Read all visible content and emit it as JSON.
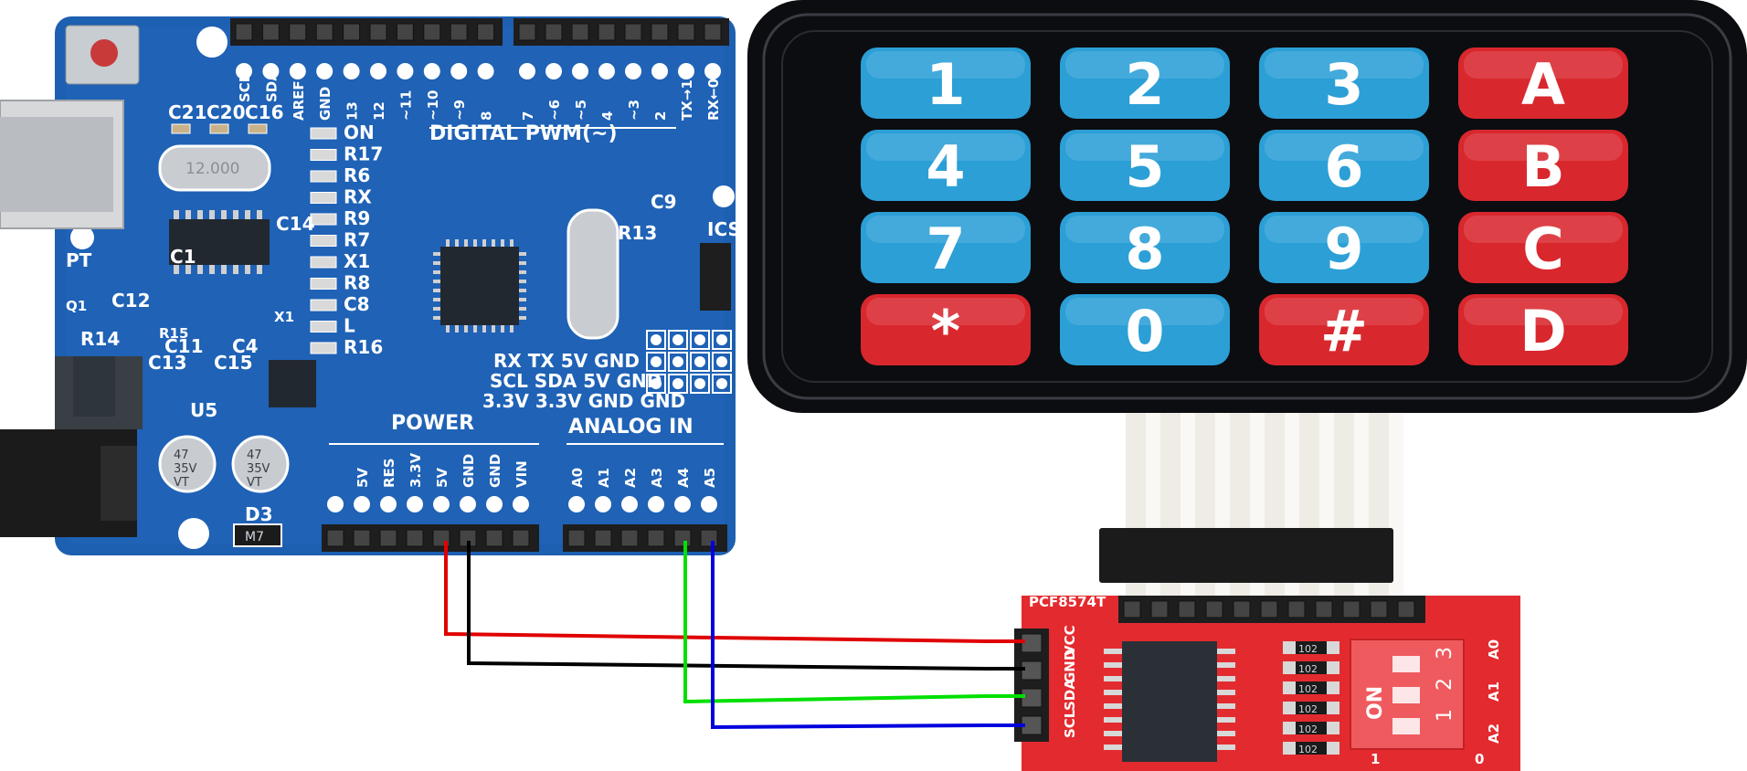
{
  "arduino": {
    "top_header_labels": [
      "SCL",
      "SDA",
      "AREF",
      "GND",
      "13",
      "12",
      "~11",
      "~10",
      "~9",
      "8",
      "7",
      "~6",
      "~5",
      "4",
      "~3",
      "2",
      "TX→1",
      "RX←0"
    ],
    "digital_label": "DIGITAL PWM(~)",
    "led_labels": [
      "ON",
      "R17",
      "R6",
      "RX",
      "R9",
      "R7",
      "X1",
      "R8",
      "C8",
      "L",
      "R16"
    ],
    "cap_labels": [
      "C21",
      "C20",
      "C16"
    ],
    "crystal_text": "12.000",
    "component_labels": [
      "C1",
      "C14",
      "PT",
      "C12",
      "R14",
      "Q1",
      "R15",
      "X1",
      "C11",
      "C4",
      "C13",
      "C15",
      "U5",
      "R13",
      "C9",
      "D3",
      "ICSP"
    ],
    "electrolytic_text": [
      "47",
      "35V",
      "VT"
    ],
    "diode_text": "M7",
    "serial_rows": [
      "RX  TX  5V  GND",
      "SCL SDA  5V  GND",
      "3.3V 3.3V GND GND"
    ],
    "power_label": "POWER",
    "analog_label": "ANALOG IN",
    "power_pins": [
      "5V",
      "RES",
      "3.3V",
      "5V",
      "GND",
      "GND",
      "VIN"
    ],
    "analog_pins": [
      "A0",
      "A1",
      "A2",
      "A3",
      "A4",
      "A5"
    ]
  },
  "keypad": {
    "rows": [
      [
        {
          "label": "1",
          "color": "blue"
        },
        {
          "label": "2",
          "color": "blue"
        },
        {
          "label": "3",
          "color": "blue"
        },
        {
          "label": "A",
          "color": "red"
        }
      ],
      [
        {
          "label": "4",
          "color": "blue"
        },
        {
          "label": "5",
          "color": "blue"
        },
        {
          "label": "6",
          "color": "blue"
        },
        {
          "label": "B",
          "color": "red"
        }
      ],
      [
        {
          "label": "7",
          "color": "blue"
        },
        {
          "label": "8",
          "color": "blue"
        },
        {
          "label": "9",
          "color": "blue"
        },
        {
          "label": "C",
          "color": "red"
        }
      ],
      [
        {
          "label": "*",
          "color": "red"
        },
        {
          "label": "0",
          "color": "blue"
        },
        {
          "label": "#",
          "color": "red"
        },
        {
          "label": "D",
          "color": "red"
        }
      ]
    ],
    "colors": {
      "blue": "#2b9fd6",
      "red": "#d9272e",
      "frame": "#0c0d10"
    }
  },
  "module": {
    "title": "PCF8574T",
    "pin_labels": [
      "SCL",
      "SDA",
      "GND",
      "VCC"
    ],
    "resistor_labels": [
      "102",
      "102",
      "102",
      "102",
      "102",
      "102"
    ],
    "switch_on": "ON",
    "switch_numbers": [
      "1",
      "2",
      "3"
    ],
    "address_labels": [
      "A0",
      "A1",
      "A2"
    ],
    "bottom_labels": [
      "1",
      "0"
    ]
  },
  "wires": {
    "colors": {
      "vcc": "#e00000",
      "gnd": "#000000",
      "sda": "#00e000",
      "scl": "#0000dd"
    }
  },
  "colors": {
    "arduino_board": "#1d5fb0",
    "module_board": "#e32b2f",
    "header": "#1e1e1e"
  }
}
